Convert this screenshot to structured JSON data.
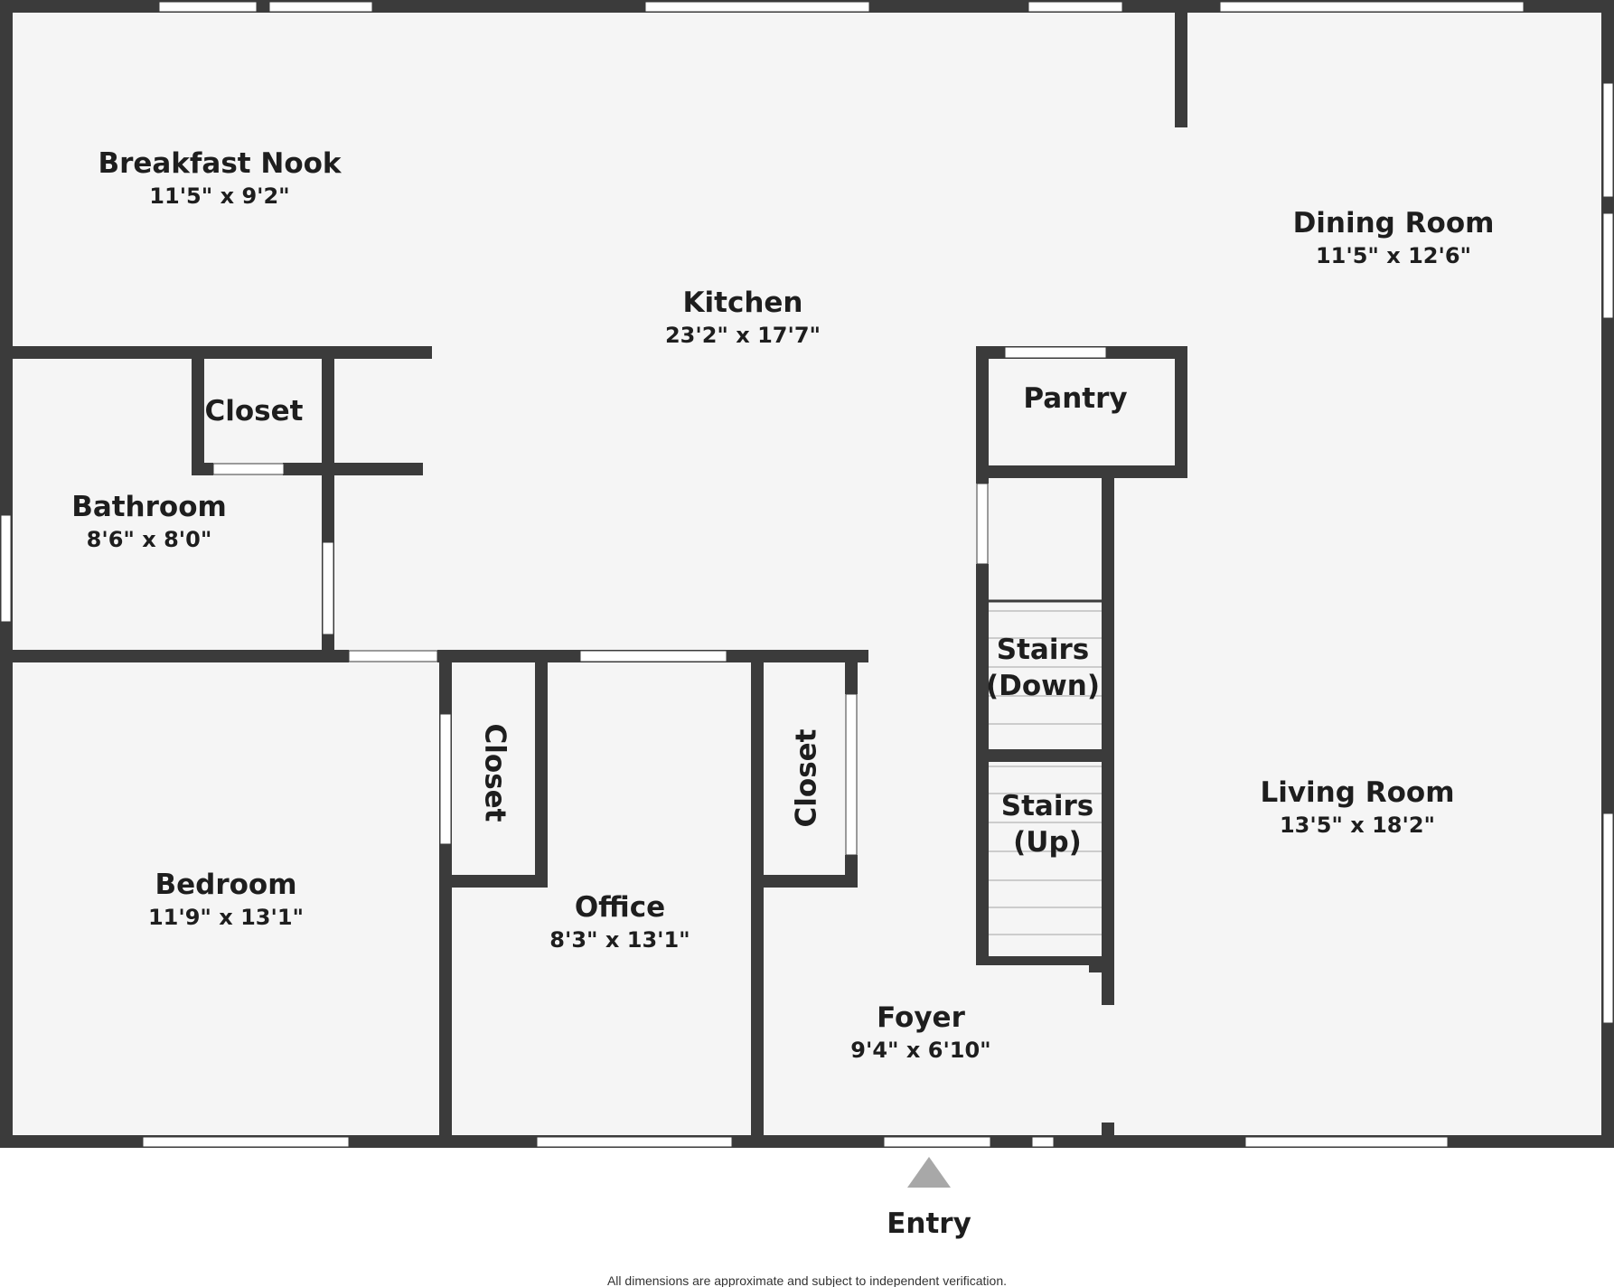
{
  "rooms": {
    "breakfast_nook": {
      "name": "Breakfast Nook",
      "dims": "11'5\" x 9'2\""
    },
    "kitchen": {
      "name": "Kitchen",
      "dims": "23'2\" x 17'7\""
    },
    "dining_room": {
      "name": "Dining Room",
      "dims": "11'5\" x 12'6\""
    },
    "closet_upper": {
      "name": "Closet"
    },
    "pantry": {
      "name": "Pantry"
    },
    "bathroom": {
      "name": "Bathroom",
      "dims": "8'6\" x 8'0\""
    },
    "stairs_down": {
      "line1": "Stairs",
      "line2": "(Down)"
    },
    "stairs_up": {
      "line1": "Stairs",
      "line2": "(Up)"
    },
    "closet_bedroom": {
      "name": "Closet"
    },
    "closet_office": {
      "name": "Closet"
    },
    "living_room": {
      "name": "Living Room",
      "dims": "13'5\" x 18'2\""
    },
    "bedroom": {
      "name": "Bedroom",
      "dims": "11'9\" x 13'1\""
    },
    "office": {
      "name": "Office",
      "dims": "8'3\" x 13'1\""
    },
    "foyer": {
      "name": "Foyer",
      "dims": "9'4\" x 6'10\""
    }
  },
  "entry": {
    "label": "Entry"
  },
  "disclaimer": "All dimensions are approximate and subject to independent verification.",
  "colors": {
    "wall": "#3b3b3b",
    "floor": "#f5f5f5",
    "entry_marker": "#a8a8a8"
  }
}
